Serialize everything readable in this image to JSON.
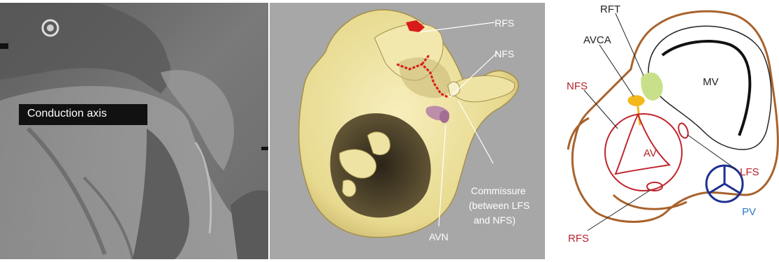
{
  "panel_ct": {
    "label": "Conduction axis"
  },
  "panel_3d": {
    "labels": {
      "rfs": "RFS",
      "nfs": "NFS",
      "commissure_1": "Commissure",
      "commissure_2": "(between LFS",
      "commissure_3": "and NFS)",
      "avn": "AVN"
    }
  },
  "panel_schematic": {
    "labels": {
      "rft": "RFT",
      "avca": "AVCA",
      "nfs": "NFS",
      "mv": "MV",
      "av": "AV",
      "lfs": "LFS",
      "pv": "PV",
      "rfs": "RFS"
    }
  },
  "colors": {
    "red_label": "#b5222b",
    "blue_label": "#2e77c8",
    "brown_outline": "#a8622c",
    "valve_red": "#c0262e",
    "pv_blue": "#1c2f8f",
    "rft_green": "#c9e08a",
    "avca_yellow": "#f4b81a",
    "tissue_yellow": "#ece2a0",
    "ct_gray": "#6e6e6e"
  }
}
